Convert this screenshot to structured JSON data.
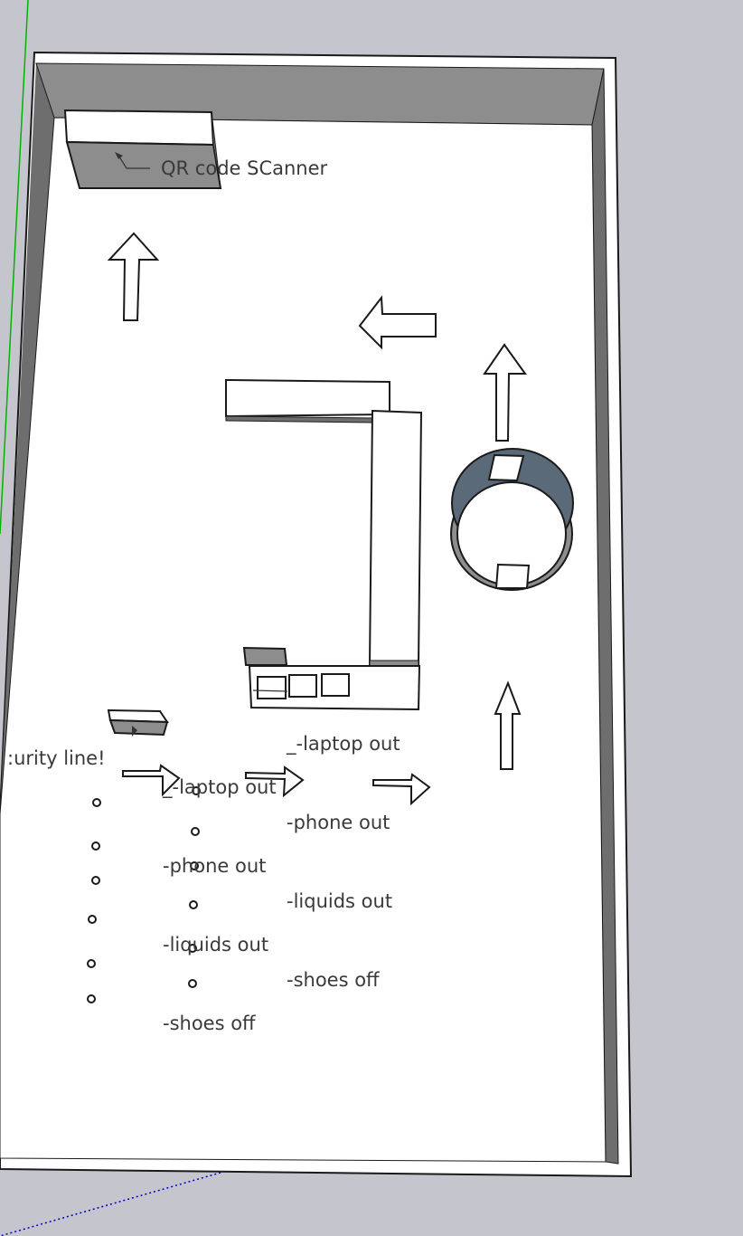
{
  "labels": {
    "qr_scanner": "QR code SCanner",
    "security_line": ":urity line!",
    "checklist_left": [
      "_-laptop out",
      "-phone out",
      "-liquids out",
      "-shoes off"
    ],
    "checklist_right": [
      "_-laptop out",
      "-phone out",
      "-liquids out",
      "-shoes off"
    ]
  },
  "colors": {
    "sky": "#c5c5cd",
    "floor": "#ffffff",
    "wall_top": "#ffffff",
    "wall_shade": "#8d8d8d",
    "wall_dark": "#6e6e6e",
    "outline": "#1a1a1a",
    "axis_green": "#00b400",
    "axis_blue": "#0000c8",
    "scanner_blue": "#5a6a78"
  }
}
